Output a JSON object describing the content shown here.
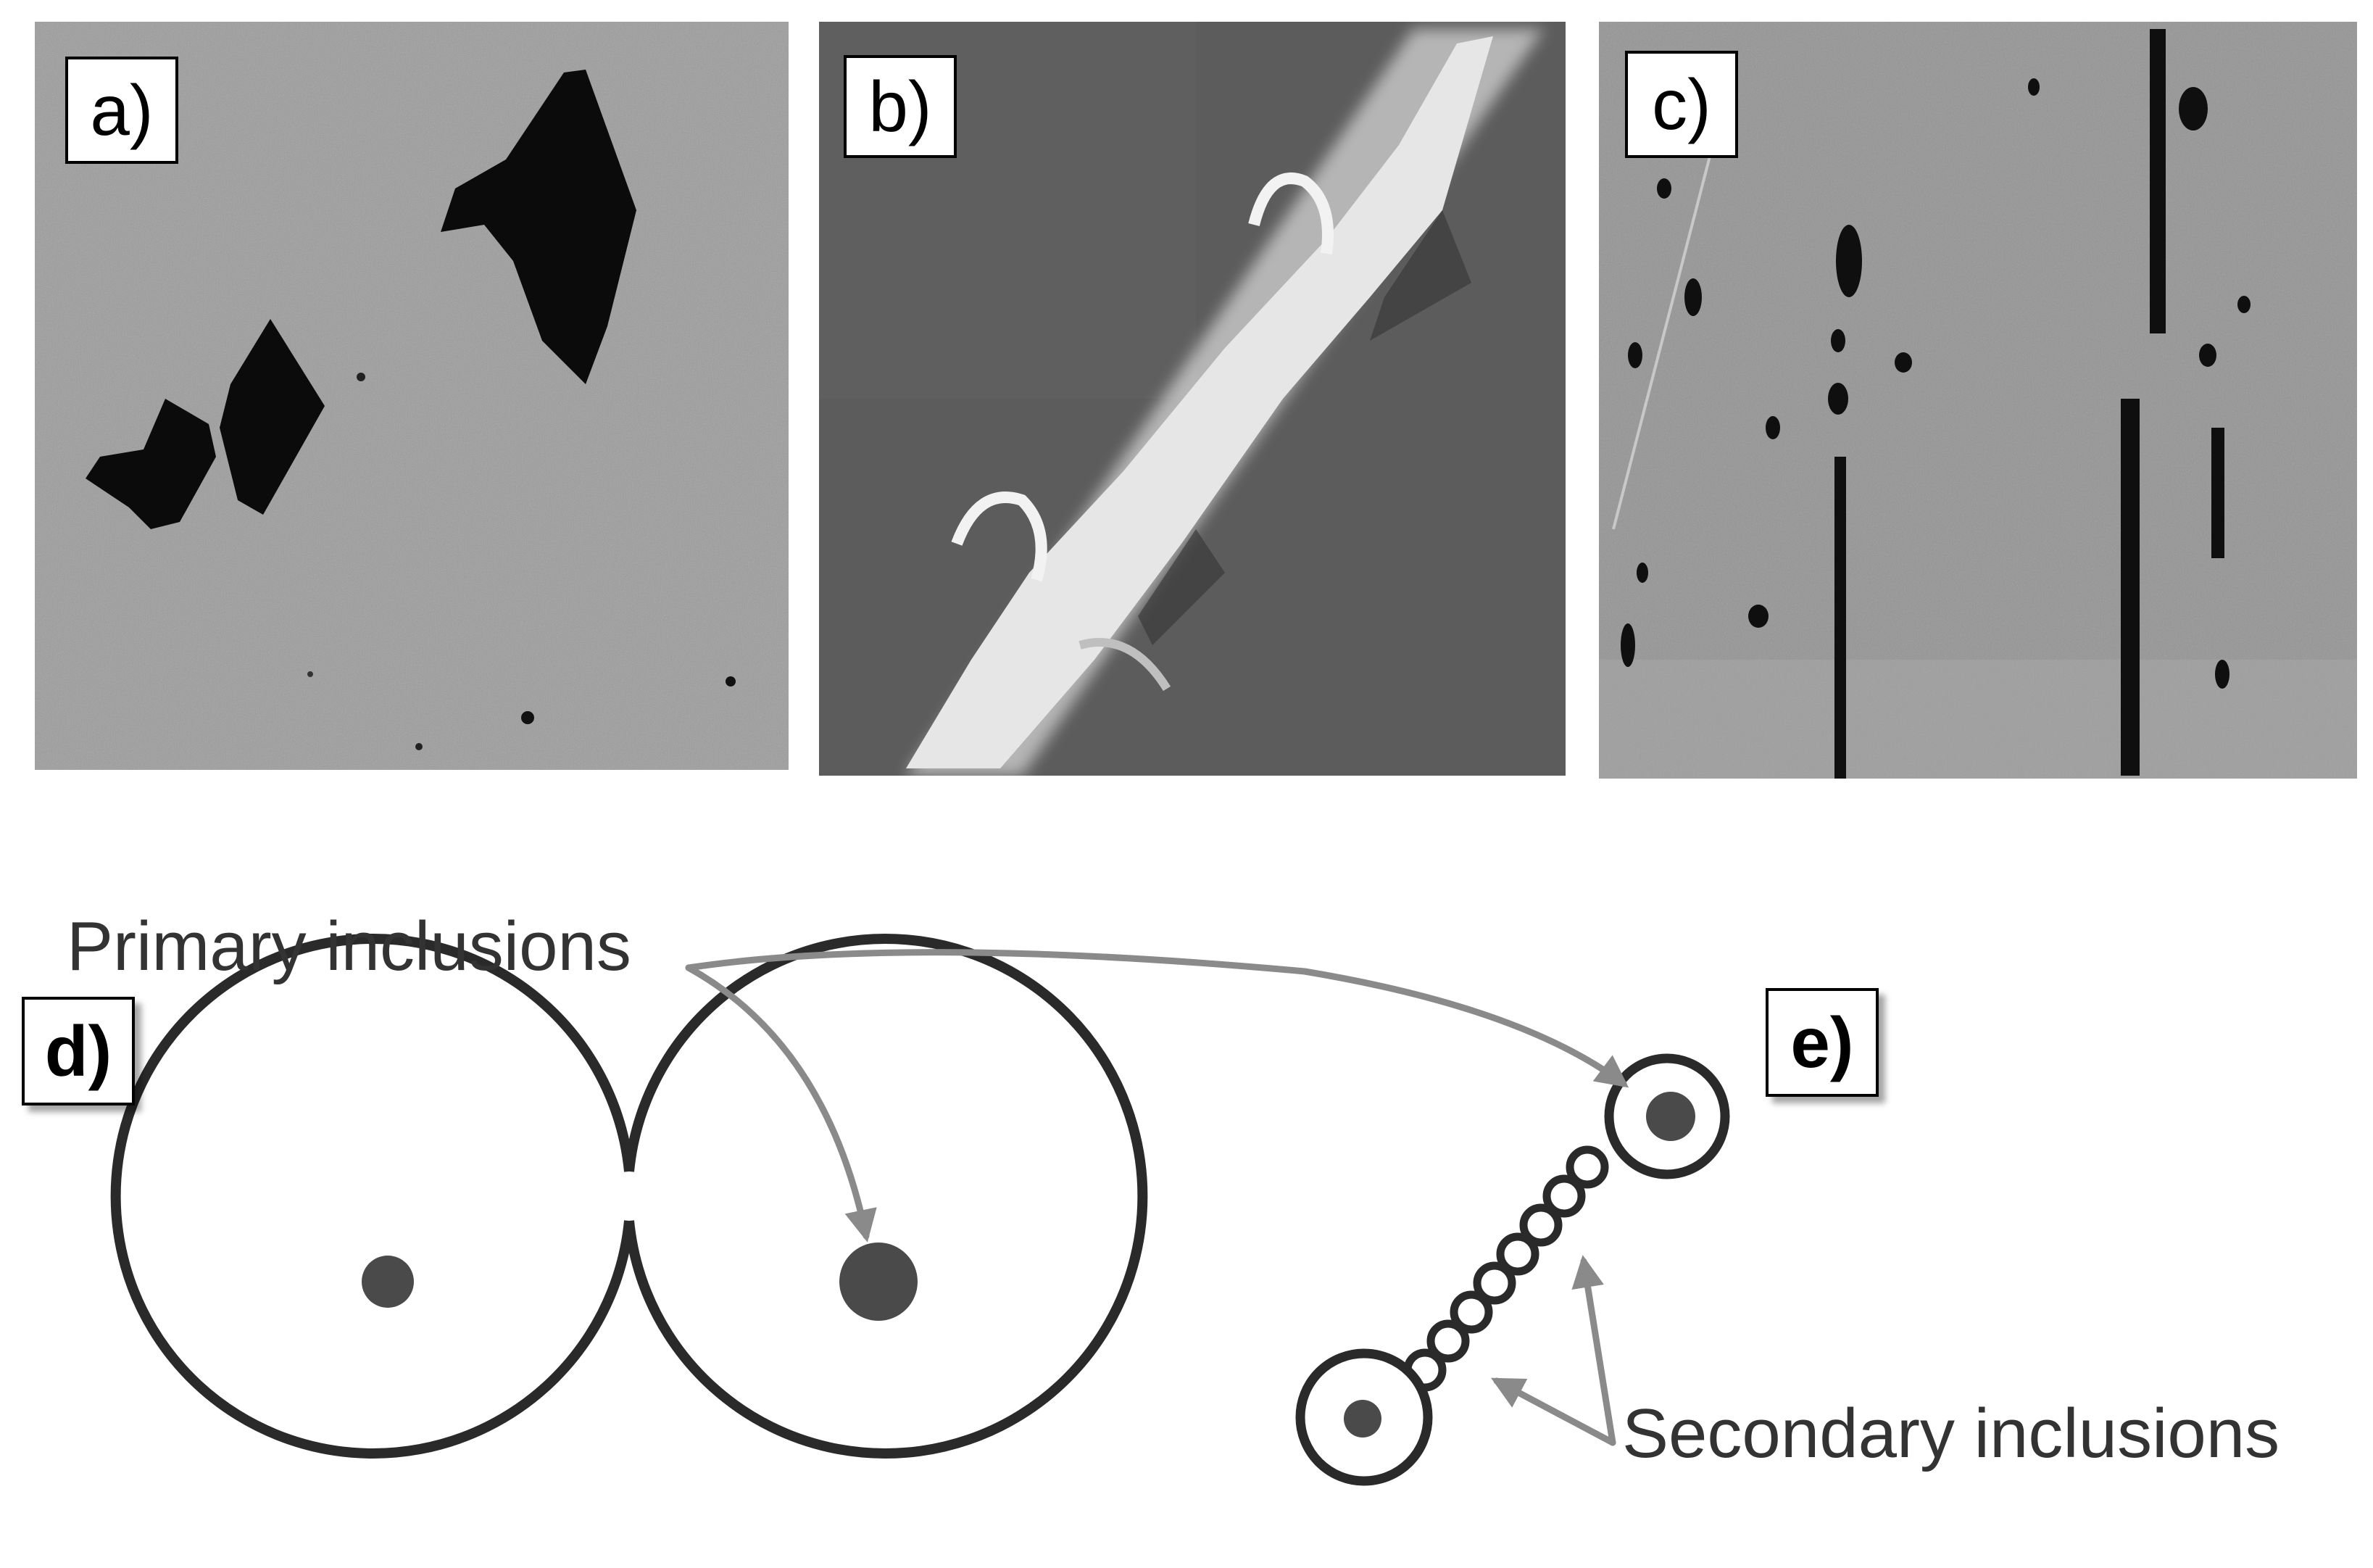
{
  "panels": {
    "a": {
      "label": "a)"
    },
    "b": {
      "label": "b)"
    },
    "c": {
      "label": "c)"
    },
    "d": {
      "label": "d)"
    },
    "e": {
      "label": "e)"
    }
  },
  "annotations": {
    "primary": "Primary inclusions",
    "secondary": "Secondary inclusions"
  },
  "colors": {
    "micrograph_gray": "#9a9a9a",
    "sem_gray": "#5e5e5e",
    "inclusion_black": "#0a0a0a",
    "outline": "#2a2a2a",
    "inclusion_dot": "#4a4a4a",
    "arrow_gray": "#8a8a8a",
    "text": "#333333"
  }
}
